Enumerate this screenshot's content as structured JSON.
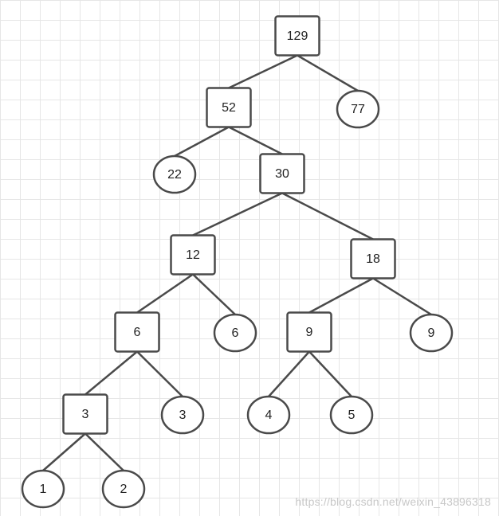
{
  "tree": {
    "nodes": [
      {
        "id": "n129",
        "label": "129",
        "kind": "internal"
      },
      {
        "id": "n52",
        "label": "52",
        "kind": "internal"
      },
      {
        "id": "n77",
        "label": "77",
        "kind": "leaf"
      },
      {
        "id": "n22",
        "label": "22",
        "kind": "leaf"
      },
      {
        "id": "n30",
        "label": "30",
        "kind": "internal"
      },
      {
        "id": "n12",
        "label": "12",
        "kind": "internal"
      },
      {
        "id": "n18",
        "label": "18",
        "kind": "internal"
      },
      {
        "id": "n6a",
        "label": "6",
        "kind": "internal"
      },
      {
        "id": "n6b",
        "label": "6",
        "kind": "leaf"
      },
      {
        "id": "n9a",
        "label": "9",
        "kind": "internal"
      },
      {
        "id": "n9b",
        "label": "9",
        "kind": "leaf"
      },
      {
        "id": "n3a",
        "label": "3",
        "kind": "internal"
      },
      {
        "id": "n3b",
        "label": "3",
        "kind": "leaf"
      },
      {
        "id": "n4",
        "label": "4",
        "kind": "leaf"
      },
      {
        "id": "n5",
        "label": "5",
        "kind": "leaf"
      },
      {
        "id": "n1",
        "label": "1",
        "kind": "leaf"
      },
      {
        "id": "n2",
        "label": "2",
        "kind": "leaf"
      }
    ],
    "edges": [
      [
        "n129",
        "n52"
      ],
      [
        "n129",
        "n77"
      ],
      [
        "n52",
        "n22"
      ],
      [
        "n52",
        "n30"
      ],
      [
        "n30",
        "n12"
      ],
      [
        "n30",
        "n18"
      ],
      [
        "n12",
        "n6a"
      ],
      [
        "n12",
        "n6b"
      ],
      [
        "n18",
        "n9a"
      ],
      [
        "n18",
        "n9b"
      ],
      [
        "n6a",
        "n3a"
      ],
      [
        "n6a",
        "n3b"
      ],
      [
        "n9a",
        "n4"
      ],
      [
        "n9a",
        "n5"
      ],
      [
        "n3a",
        "n1"
      ],
      [
        "n3a",
        "n2"
      ]
    ]
  },
  "watermark": "https://blog.csdn.net/weixin_43896318",
  "colors": {
    "stroke": "#4a4a4a",
    "fill": "#ffffff",
    "grid": "#e6e6e6",
    "text": "#222222",
    "watermark": "#c8c8c8"
  }
}
